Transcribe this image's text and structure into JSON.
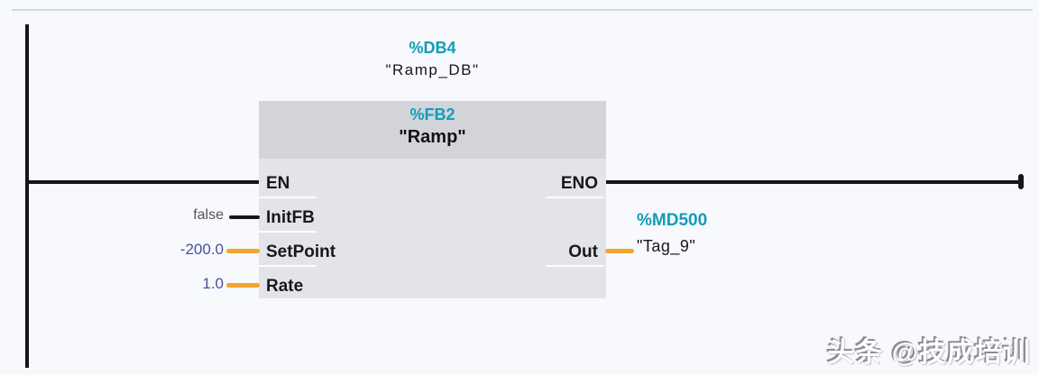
{
  "colors": {
    "accent_teal": "#149cba",
    "value_blue": "#46519d",
    "value_gray": "#56525e",
    "connector_orange": "#f3a42c",
    "wire_black": "#15151a",
    "block_header_bg": "#d2d4da",
    "block_body_bg": "#e3e4e9",
    "canvas_bg": "#f7f9fc"
  },
  "network": {
    "instance_db": {
      "address": "%DB4",
      "name": "\"Ramp_DB\""
    },
    "block": {
      "address": "%FB2",
      "name": "\"Ramp\"",
      "pins": {
        "en": "EN",
        "eno": "ENO",
        "inputs": [
          {
            "label": "InitFB",
            "value": "false"
          },
          {
            "label": "SetPoint",
            "value": "-200.0"
          },
          {
            "label": "Rate",
            "value": "1.0"
          }
        ],
        "out": {
          "label": "Out",
          "operand_address": "%MD500",
          "operand_name": "\"Tag_9\""
        }
      }
    }
  },
  "watermark": "头条 @技成培训"
}
